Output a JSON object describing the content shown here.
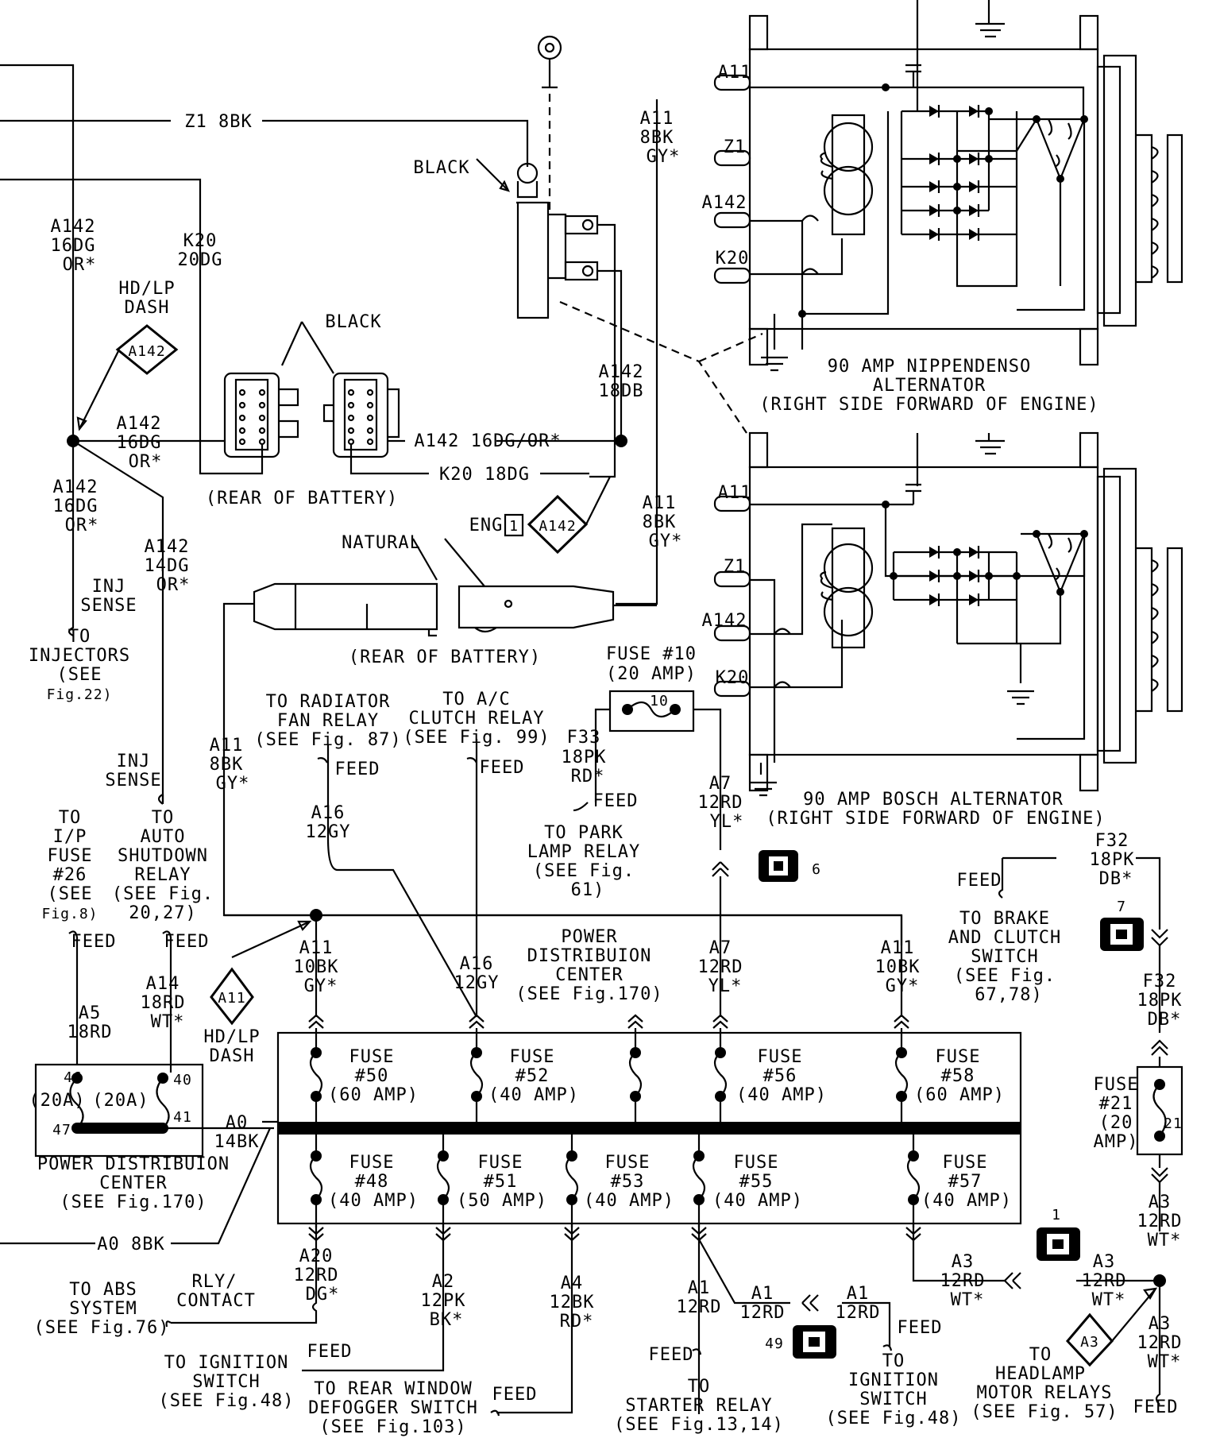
{
  "labels": {
    "z1_8bk": "Z1 8BK",
    "black_top": "BLACK",
    "a11_top_1": "A11",
    "a11_top_2": "8BK",
    "a11_top_3": "GY*",
    "a142_left_1": "A142",
    "a142_left_2": "16DG",
    "a142_left_3": "OR*",
    "k20_1": "K20",
    "k20_2": "20DG",
    "hdlp_dash_1": "HD/LP",
    "hdlp_dash_2": "DASH",
    "diamond_a142": "A142",
    "black_conn": "BLACK",
    "a142_mid_1": "A142",
    "a142_mid_2": "16DG",
    "a142_mid_3": "OR*",
    "a142_18db_1": "A142",
    "a142_18db_2": "18DB",
    "a142_16dg_or": "A142 16DG/OR*",
    "k20_18dg": "K20 18DG",
    "rear_battery_1": "(REAR OF BATTERY)",
    "a142_lower_1": "A142",
    "a142_lower_2": "16DG",
    "a142_lower_3": "OR*",
    "a142_14dg_1": "A142",
    "a142_14dg_2": "14DG",
    "a142_14dg_3": "OR*",
    "eng_1": "ENG",
    "eng_num": "1",
    "eng_diamond": "A142",
    "a11_mid_1": "A11",
    "a11_mid_2": "8BK",
    "a11_mid_3": "GY*",
    "natural": "NATURAL",
    "rear_battery_2": "(REAR OF BATTERY)",
    "inj_sense_1": "INJ",
    "inj_sense_2": "SENSE",
    "to_injectors_1": "TO",
    "to_injectors_2": "INJECTORS",
    "to_injectors_3": "(SEE",
    "to_injectors_4": "Fig.22)",
    "alt1_a11": "A11",
    "alt1_z1": "Z1",
    "alt1_a142": "A142",
    "alt1_k20": "K20",
    "alt1_name_1": "90 AMP NIPPENDENSO",
    "alt1_name_2": "ALTERNATOR",
    "alt1_name_3": "(RIGHT SIDE FORWARD OF ENGINE)",
    "alt2_a11": "A11",
    "alt2_z1": "Z1",
    "alt2_a142": "A142",
    "alt2_k20": "K20",
    "alt2_name_1": "90 AMP BOSCH ALTERNATOR",
    "alt2_name_2": "(RIGHT SIDE FORWARD OF ENGINE)",
    "fuse10_1": "FUSE #10",
    "fuse10_2": "(20 AMP)",
    "fuse10_num": "10",
    "f33_1": "F33",
    "f33_2": "18PK",
    "f33_3": "RD*",
    "f33_feed": "FEED",
    "park_1": "TO PARK",
    "park_2": "LAMP RELAY",
    "park_3": "(SEE Fig.",
    "park_4": "61)",
    "a7_top_1": "A7",
    "a7_top_2": "12RD",
    "a7_top_3": "YL*",
    "conn6": "6",
    "rad_1": "TO RADIATOR",
    "rad_2": "FAN RELAY",
    "rad_3": "(SEE Fig. 87)",
    "rad_feed": "FEED",
    "ac_1": "TO A/C",
    "ac_2": "CLUTCH RELAY",
    "ac_3": "(SEE Fig. 99)",
    "ac_feed": "FEED",
    "a11_left_1": "A11",
    "a11_left_2": "8BK",
    "a11_left_3": "GY*",
    "a16_top_1": "A16",
    "a16_top_2": "12GY",
    "inj2_1": "INJ",
    "inj2_2": "SENSE",
    "to_ip_1": "TO",
    "to_ip_2": "I/P",
    "to_ip_3": "FUSE",
    "to_ip_4": "#26",
    "to_ip_5": "(SEE",
    "to_ip_6": "Fig.8)",
    "to_ip_feed": "FEED",
    "auto_1": "TO",
    "auto_2": "AUTO",
    "auto_3": "SHUTDOWN",
    "auto_4": "RELAY",
    "auto_5": "(SEE Fig.",
    "auto_6": "20,27)",
    "auto_feed": "FEED",
    "a5_1": "A5",
    "a5_2": "18RD",
    "a14_1": "A14",
    "a14_2": "18RD",
    "a14_3": "WT*",
    "hdlp2_diamond": "A11",
    "hdlp2_1": "HD/LP",
    "hdlp2_2": "DASH",
    "a11_10bk_1": "A11",
    "a11_10bk_2": "10BK",
    "a11_10bk_3": "GY*",
    "a16_low_1": "A16",
    "a16_low_2": "12GY",
    "pdc_1": "POWER",
    "pdc_2": "DISTRIBUION",
    "pdc_3": "CENTER",
    "pdc_4": "(SEE Fig.170)",
    "a7_low_1": "A7",
    "a7_low_2": "12RD",
    "a7_low_3": "YL*",
    "a11_r_1": "A11",
    "a11_r_2": "10BK",
    "a11_r_3": "GY*",
    "f32_top_1": "F32",
    "f32_top_2": "18PK",
    "f32_top_3": "DB*",
    "brake_feed": "FEED",
    "brake_1": "TO BRAKE",
    "brake_2": "AND CLUTCH",
    "brake_3": "SWITCH",
    "brake_4": "(SEE Fig.",
    "brake_5": "67,78)",
    "conn7": "7",
    "f32_low_1": "F32",
    "f32_low_2": "18PK",
    "f32_low_3": "DB*",
    "fuse21_1": "FUSE",
    "fuse21_2": "#21",
    "fuse21_3": "(20",
    "fuse21_4": "AMP)",
    "fuse21_num": "21",
    "pdc_small_46": "46",
    "pdc_small_40": "40",
    "pdc_small_47": "47",
    "pdc_small_41": "41",
    "pdc_small_20a_1": "(20A)",
    "pdc_small_20a_2": "(20A)",
    "pdc_small_1": "POWER DISTRIBUION",
    "pdc_small_2": "CENTER",
    "pdc_small_3": "(SEE Fig.170)",
    "a0_14bk_1": "A0",
    "a0_14bk_2": "14BK",
    "a0_8bk": "A0 8BK",
    "f50_1": "FUSE",
    "f50_2": "#50",
    "f50_3": "(60 AMP)",
    "f52_1": "FUSE",
    "f52_2": "#52",
    "f52_3": "(40 AMP)",
    "f56_1": "FUSE",
    "f56_2": "#56",
    "f56_3": "(40 AMP)",
    "f58_1": "FUSE",
    "f58_2": "#58",
    "f58_3": "(60 AMP)",
    "f48_1": "FUSE",
    "f48_2": "#48",
    "f48_3": "(40 AMP)",
    "f51_1": "FUSE",
    "f51_2": "#51",
    "f51_3": "(50 AMP)",
    "f53_1": "FUSE",
    "f53_2": "#53",
    "f53_3": "(40 AMP)",
    "f55_1": "FUSE",
    "f55_2": "#55",
    "f55_3": "(40 AMP)",
    "f57_1": "FUSE",
    "f57_2": "#57",
    "f57_3": "(40 AMP)",
    "a20_1": "A20",
    "a20_2": "12RD",
    "a20_3": "DG*",
    "abs_1": "TO ABS",
    "abs_2": "SYSTEM",
    "abs_3": "(SEE Fig.76)",
    "abs_rly_1": "RLY/",
    "abs_rly_2": "CONTACT",
    "a2_1": "A2",
    "a2_2": "12PK",
    "a2_3": "BK*",
    "ign_1": "TO IGNITION",
    "ign_2": "SWITCH",
    "ign_3": "(SEE Fig.48)",
    "ign_feed": "FEED",
    "a4_1": "A4",
    "a4_2": "12BK",
    "a4_3": "RD*",
    "defog_1": "TO REAR WINDOW",
    "defog_2": "DEFOGGER SWITCH",
    "defog_3": "(SEE Fig.103)",
    "defog_feed": "FEED",
    "a1_1": "A1",
    "a1_2": "12RD",
    "a1b_1": "A1",
    "a1b_2": "12RD",
    "a1c_1": "A1",
    "a1c_2": "12RD",
    "starter_feed": "FEED",
    "starter_1": "TO",
    "starter_2": "STARTER RELAY",
    "starter_3": "(SEE Fig.13,14)",
    "conn49": "49",
    "ign2_feed": "FEED",
    "ign2_1": "TO",
    "ign2_2": "IGNITION",
    "ign2_3": "SWITCH",
    "ign2_4": "(SEE Fig.48)",
    "conn1": "1",
    "a3_1": "A3",
    "a3_2": "12RD",
    "a3_3": "WT*",
    "a3b_1": "A3",
    "a3b_2": "12RD",
    "a3b_3": "WT*",
    "a3c_1": "A3",
    "a3c_2": "12RD",
    "a3c_3": "WT*",
    "a3d_1": "A3",
    "a3d_2": "12RD",
    "a3d_3": "WT*",
    "a3_diamond": "A3",
    "hl_1": "TO",
    "hl_2": "HEADLAMP",
    "hl_3": "MOTOR RELAYS",
    "hl_4": "(SEE Fig. 57)",
    "hl_feed": "FEED"
  }
}
